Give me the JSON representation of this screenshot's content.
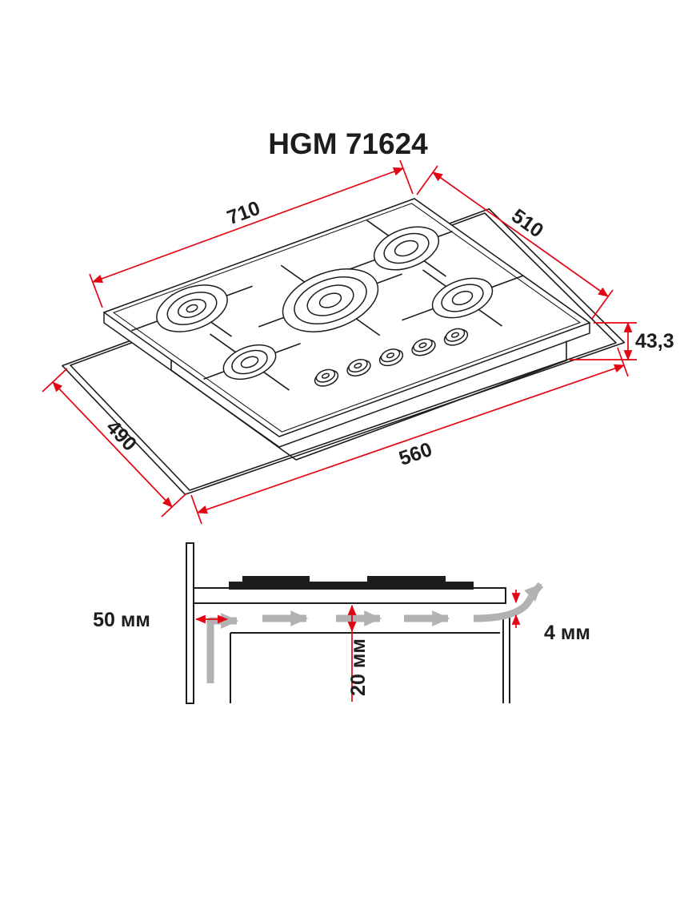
{
  "title": "HGM 71624",
  "colors": {
    "line": "#1d1d1b",
    "text": "#1d1d1b",
    "dimension": "#e30613",
    "airflow": "#b2b2b2"
  },
  "top_view": {
    "width_label": "710",
    "depth_label": "510",
    "height_label": "43,3",
    "cutout_depth_label": "490",
    "cutout_width_label": "560"
  },
  "section_view": {
    "wall_clearance_label": "50 мм",
    "bottom_clearance_label": "20 мм",
    "rear_gap_label": "4 мм"
  }
}
